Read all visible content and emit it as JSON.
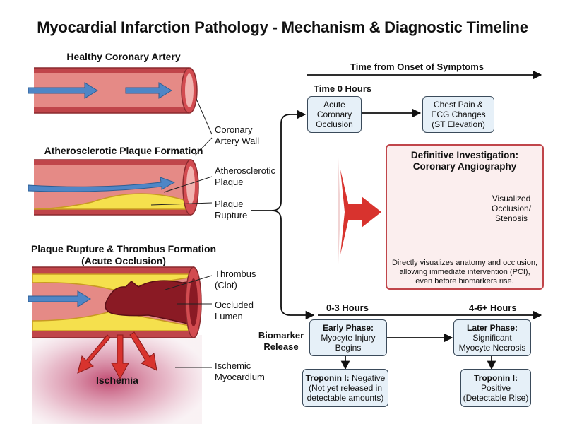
{
  "title": "Myocardial Infarction Pathology - Mechanism & Diagnostic Timeline",
  "left": {
    "healthy_title": "Healthy Coronary Artery",
    "plaque_title": "Atherosclerotic Plaque Formation",
    "rupture_title_1": "Plaque Rupture & Thrombus Formation",
    "rupture_title_2": "(Acute Occlusion)",
    "labels": {
      "wall_1": "Coronary",
      "wall_2": "Artery Wall",
      "athero_1": "Atherosclerotic",
      "athero_2": "Plaque",
      "rupture_1": "Plaque",
      "rupture_2": "Rupture",
      "thrombus_1": "Thrombus",
      "thrombus_2": "(Clot)",
      "occluded_1": "Occluded",
      "occluded_2": "Lumen",
      "ischemic_1": "Ischemic",
      "ischemic_2": "Myocardium"
    },
    "ischemia": "Ischemia"
  },
  "timeline": {
    "top_label": "Time from Onset of Symptoms",
    "time0": "Time 0 Hours",
    "acute_box": [
      "Acute",
      "Coronary",
      "Occlusion"
    ],
    "chest_box": [
      "Chest Pain &",
      "ECG Changes",
      "(ST Elevation)"
    ],
    "hours_0_3": "0-3 Hours",
    "hours_4_6": "4-6+ Hours",
    "biomarker_1": "Biomarker",
    "biomarker_2": "Release",
    "early_head": "Early Phase:",
    "early_body": [
      "Myocyte Injury",
      "Begins"
    ],
    "later_head": "Later Phase:",
    "later_body": [
      "Significant",
      "Myocyte Necrosis"
    ],
    "trop_neg_head": "Troponin I:",
    "trop_neg_tail": "Negative",
    "trop_neg_body": [
      "(Not yet released in",
      "detectable amounts)"
    ],
    "trop_pos_head": "Troponin I:",
    "trop_pos_body": [
      "Positive",
      "(Detectable Rise)"
    ]
  },
  "investigation": {
    "title_1": "Definitive Investigation:",
    "title_2": "Coronary Angiography",
    "visual_1": "Visualized",
    "visual_2": "Occlusion/",
    "visual_3": "Stenosis",
    "desc_1": "Directly visualizes anatomy and occlusion,",
    "desc_2": "allowing immediate intervention (PCI),",
    "desc_3": "even before biomarkers rise."
  },
  "colors": {
    "artery_wall": "#c0454a",
    "lumen": "#e58a86",
    "plaque": "#f5e04d",
    "thrombus": "#8a1a24",
    "flow_arrow": "#4f86c6",
    "box_fill": "#e6f0f8",
    "panel_fill": "#fbeeee"
  }
}
